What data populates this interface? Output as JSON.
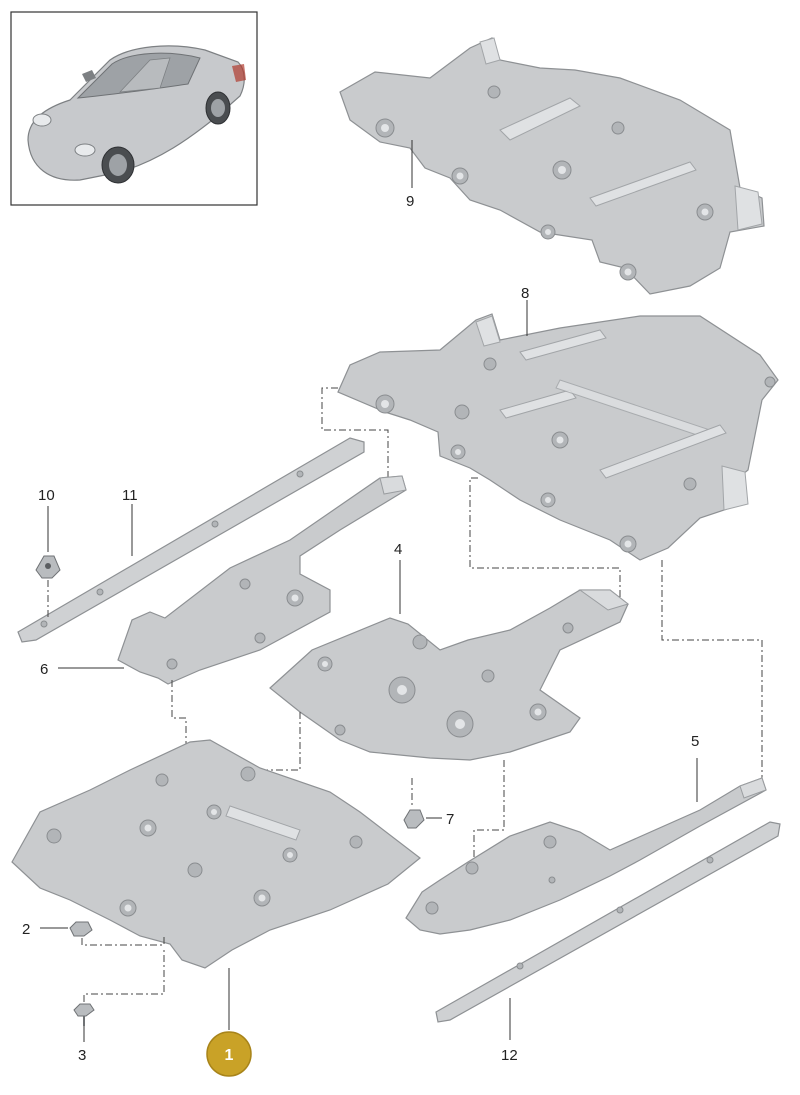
{
  "labels": {
    "p1": "1",
    "p2": "2",
    "p3": "3",
    "p4": "4",
    "p5": "5",
    "p6": "6",
    "p7": "7",
    "p8": "8",
    "p9": "9",
    "p10": "10",
    "p11": "11",
    "p12": "12"
  },
  "highlight": {
    "part": "1",
    "color": "#c9a227"
  },
  "thumbnail": {
    "subject": "car-icon",
    "body_color": "#c7c9cc"
  }
}
